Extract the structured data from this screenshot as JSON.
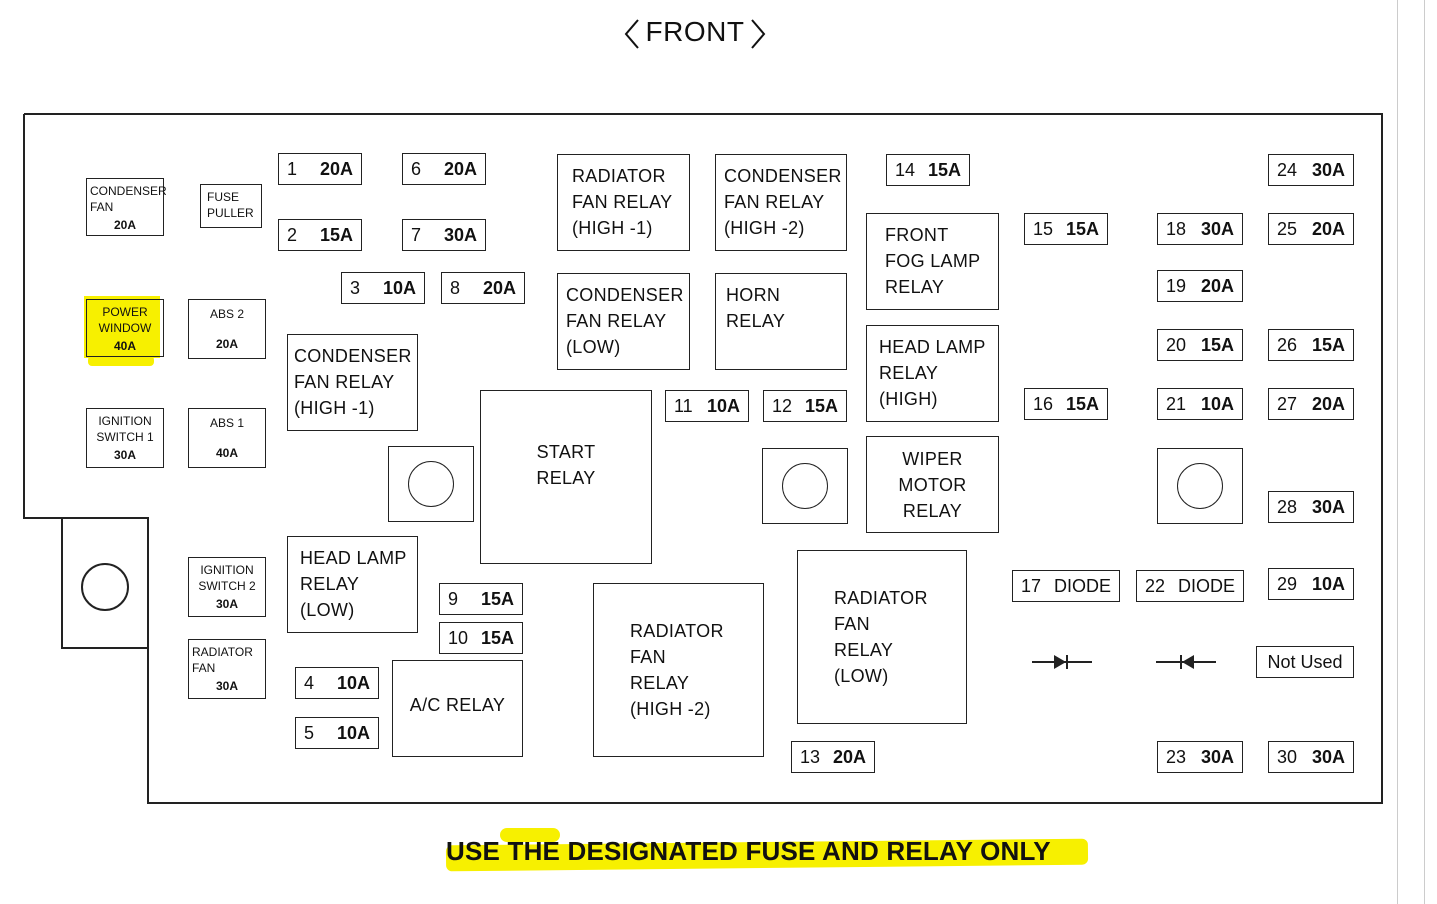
{
  "header": {
    "title": "FRONT"
  },
  "footer": {
    "warning": "USE THE DESIGNATED FUSE AND RELAY ONLY"
  },
  "left_fuses": {
    "condenser_fan": {
      "lines": [
        "CONDENSER",
        "FAN"
      ],
      "amp": "20A"
    },
    "fuse_puller": {
      "lines": [
        "FUSE",
        "PULLER"
      ]
    },
    "power_window": {
      "lines": [
        "POWER",
        "WINDOW"
      ],
      "amp": "40A"
    },
    "abs2": {
      "lines": [
        "ABS 2"
      ],
      "amp": "20A"
    },
    "ignition_switch1": {
      "lines": [
        "IGNITION",
        "SWITCH 1"
      ],
      "amp": "30A"
    },
    "abs1": {
      "lines": [
        "ABS 1"
      ],
      "amp": "40A"
    },
    "ignition_switch2": {
      "lines": [
        "IGNITION",
        "SWITCH 2"
      ],
      "amp": "30A"
    },
    "radiator_fan": {
      "lines": [
        "RADIATOR",
        "FAN"
      ],
      "amp": "30A"
    }
  },
  "fuses": {
    "f1": {
      "num": "1",
      "amp": "20A"
    },
    "f2": {
      "num": "2",
      "amp": "15A"
    },
    "f3": {
      "num": "3",
      "amp": "10A"
    },
    "f4": {
      "num": "4",
      "amp": "10A"
    },
    "f5": {
      "num": "5",
      "amp": "10A"
    },
    "f6": {
      "num": "6",
      "amp": "20A"
    },
    "f7": {
      "num": "7",
      "amp": "30A"
    },
    "f8": {
      "num": "8",
      "amp": "20A"
    },
    "f9": {
      "num": "9",
      "amp": "15A"
    },
    "f10": {
      "num": "10",
      "amp": "15A"
    },
    "f11": {
      "num": "11",
      "amp": "10A"
    },
    "f12": {
      "num": "12",
      "amp": "15A"
    },
    "f13": {
      "num": "13",
      "amp": "20A"
    },
    "f14": {
      "num": "14",
      "amp": "15A"
    },
    "f15": {
      "num": "15",
      "amp": "15A"
    },
    "f16": {
      "num": "16",
      "amp": "15A"
    },
    "f17": {
      "num": "17",
      "amp": "DIODE"
    },
    "f18": {
      "num": "18",
      "amp": "30A"
    },
    "f19": {
      "num": "19",
      "amp": "20A"
    },
    "f20": {
      "num": "20",
      "amp": "15A"
    },
    "f21": {
      "num": "21",
      "amp": "10A"
    },
    "f22": {
      "num": "22",
      "amp": "DIODE"
    },
    "f23": {
      "num": "23",
      "amp": "30A"
    },
    "f24": {
      "num": "24",
      "amp": "30A"
    },
    "f25": {
      "num": "25",
      "amp": "20A"
    },
    "f26": {
      "num": "26",
      "amp": "15A"
    },
    "f27": {
      "num": "27",
      "amp": "20A"
    },
    "f28": {
      "num": "28",
      "amp": "30A"
    },
    "f29": {
      "num": "29",
      "amp": "10A"
    },
    "f30": {
      "num": "30",
      "amp": "30A"
    }
  },
  "relays": {
    "radiator_fan_high1": [
      "RADIATOR",
      "FAN RELAY",
      "(HIGH -1)"
    ],
    "condenser_fan_high2": [
      "CONDENSER",
      "FAN RELAY",
      "(HIGH -2)"
    ],
    "condenser_fan_low": [
      "CONDENSER",
      "FAN RELAY",
      "(LOW)"
    ],
    "horn": [
      "HORN",
      "RELAY"
    ],
    "front_fog_lamp": [
      "FRONT",
      "FOG LAMP",
      "RELAY"
    ],
    "head_lamp_high": [
      "HEAD LAMP",
      "RELAY",
      "(HIGH)"
    ],
    "condenser_fan_high1": [
      "CONDENSER",
      "FAN RELAY",
      "(HIGH -1)"
    ],
    "start": [
      "START",
      "RELAY"
    ],
    "wiper_motor": [
      "WIPER",
      "MOTOR",
      "RELAY"
    ],
    "head_lamp_low": [
      "HEAD LAMP",
      "RELAY",
      "(LOW)"
    ],
    "ac": [
      "A/C RELAY"
    ],
    "radiator_fan_high2": [
      "RADIATOR",
      "FAN",
      "RELAY",
      "(HIGH -2)"
    ],
    "radiator_fan_low": [
      "RADIATOR",
      "FAN",
      "RELAY",
      "(LOW)"
    ]
  },
  "not_used": {
    "label": "Not Used"
  },
  "colors": {
    "highlight": "#f7f000",
    "line": "#222222"
  }
}
